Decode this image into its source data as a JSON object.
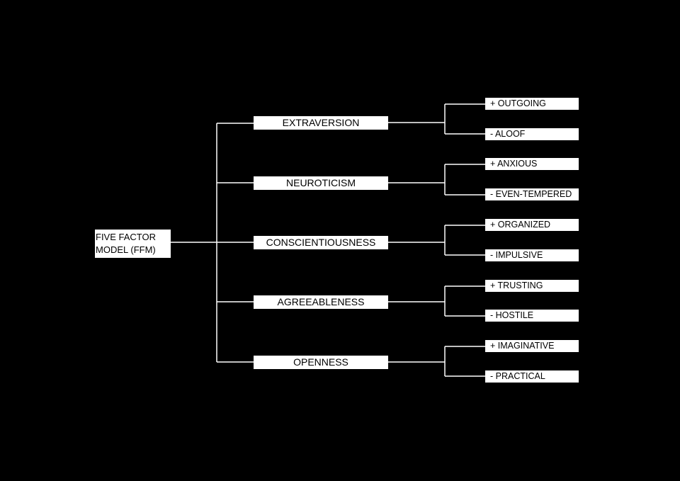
{
  "diagram": {
    "root": {
      "line1": "FIVE FACTOR",
      "line2": "MODEL (FFM)"
    },
    "factors": [
      {
        "label": "EXTRAVERSION",
        "positive": "+ OUTGOING",
        "negative": "- ALOOF"
      },
      {
        "label": "NEUROTICISM",
        "positive": "+ ANXIOUS",
        "negative": "- EVEN-TEMPERED"
      },
      {
        "label": "CONSCIENTIOUSNESS",
        "positive": "+ ORGANIZED",
        "negative": "- IMPULSIVE"
      },
      {
        "label": "AGREEABLENESS",
        "positive": "+ TRUSTING",
        "negative": "- HOSTILE"
      },
      {
        "label": "OPENNESS",
        "positive": "+ IMAGINATIVE",
        "negative": "- PRACTICAL"
      }
    ]
  },
  "colors": {
    "background": "#000000",
    "box": "#ffffff",
    "text": "#000000",
    "connector": "#ffffff"
  }
}
